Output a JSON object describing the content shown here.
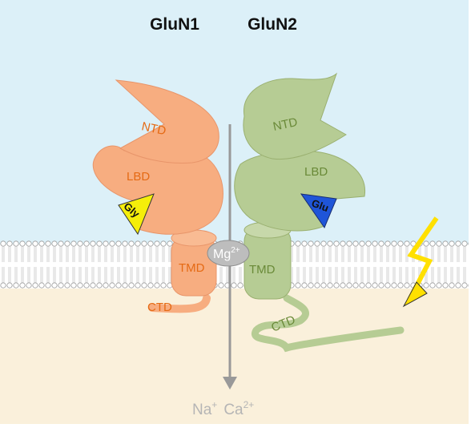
{
  "titles": {
    "left": "GluN1",
    "right": "GluN2"
  },
  "glun1": {
    "ntd": "NTD",
    "lbd": "LBD",
    "ligand": "Gly",
    "tmd": "TMD",
    "ctd": "CTD"
  },
  "glun2": {
    "ntd": "NTD",
    "lbd": "LBD",
    "ligand": "Glu",
    "tmd": "TMD",
    "ctd": "CTD"
  },
  "pore": {
    "block_ion": "Mg",
    "block_ion_charge": "2+"
  },
  "ions": {
    "na": "Na",
    "na_charge": "+",
    "ca": "Ca",
    "ca_charge": "2+"
  },
  "colors": {
    "extracellular": "#dcf0f8",
    "intracellular": "#faf0db",
    "glun1": "#f7ad80",
    "glun1_text": "#e56a14",
    "glun2": "#b6cc94",
    "glun2_text": "#6a8a38",
    "gly": "#f5ee0a",
    "glu": "#1f55d8",
    "arrow": "#999999",
    "bolt": "#ffe000"
  }
}
